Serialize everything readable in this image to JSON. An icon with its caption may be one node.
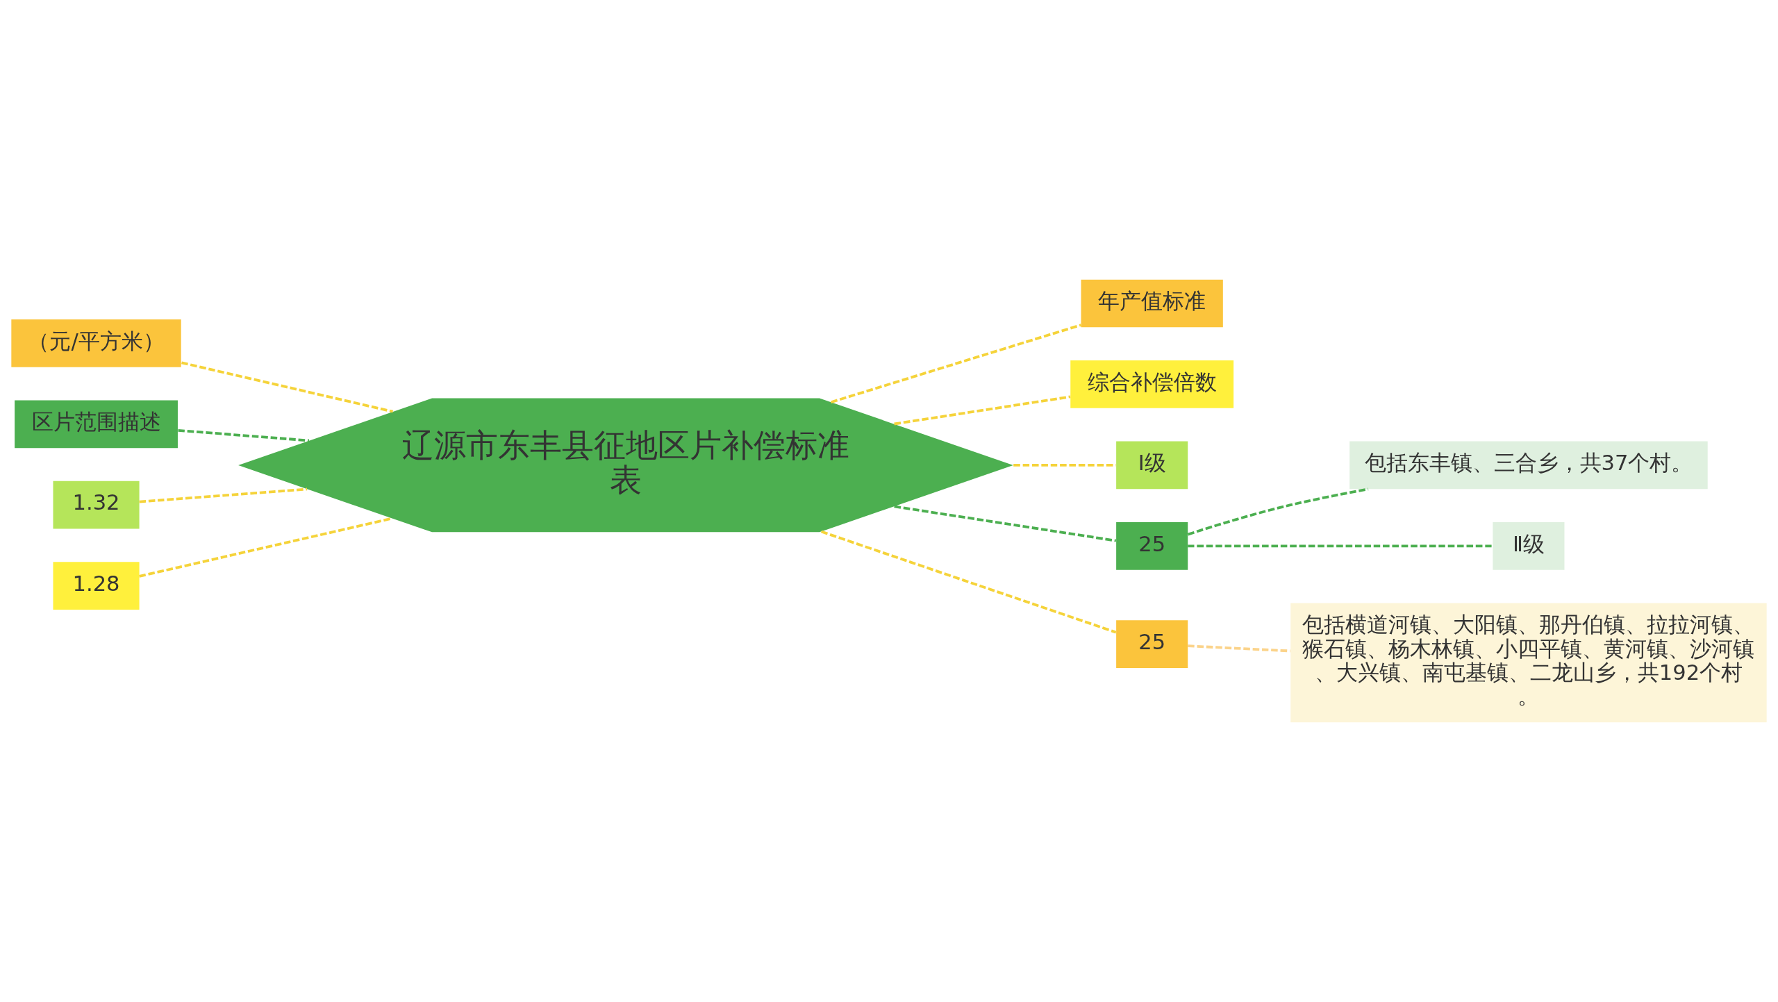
{
  "diagram": {
    "nodes": [
      {
        "text": [
          "辽源市东丰县征地区片补偿标准表"
        ]
      },
      {
        "text": [
          "（元/平方米）"
        ]
      },
      {
        "text": [
          "区片范围描述"
        ]
      },
      {
        "text": [
          "1.32"
        ]
      },
      {
        "text": [
          "1.28"
        ]
      },
      {
        "text": [
          "年产值标准"
        ]
      },
      {
        "text": [
          "综合补偿倍数"
        ]
      },
      {
        "text": [
          "Ⅰ级"
        ]
      },
      {
        "text": [
          "25"
        ]
      },
      {
        "text": [
          "包括东丰镇、三合乡，共37个村。"
        ]
      },
      {
        "text": [
          "Ⅱ级"
        ]
      },
      {
        "text": [
          "25"
        ]
      },
      {
        "text": [
          "包括横道河镇、大阳镇、那丹伯镇、拉拉河镇、猴石镇、杨木林镇、小四平镇、黄河镇、沙河镇、大兴镇、南屯基镇、二龙山乡，共192个村。"
        ]
      }
    ],
    "edges": [
      {
        "from": 0,
        "to": 1,
        "arrow": "none",
        "style": "dashed"
      },
      {
        "from": 0,
        "to": 2,
        "arrow": "none",
        "style": "dashed",
        "color": "#4caf50"
      },
      {
        "from": 0,
        "to": 3,
        "arrow": "none",
        "style": "dashed"
      },
      {
        "from": 0,
        "to": 4,
        "arrow": "none",
        "style": "dashed"
      },
      {
        "from": 0,
        "to": 5,
        "arrow": "none",
        "style": "dashed"
      },
      {
        "from": 0,
        "to": 6,
        "arrow": "none",
        "style": "dashed"
      },
      {
        "from": 0,
        "to": 7,
        "arrow": "none",
        "style": "dashed"
      },
      {
        "from": 0,
        "to": 8,
        "arrow": "none",
        "style": "dashed",
        "color": "#4caf50"
      },
      {
        "from": 0,
        "to": 11,
        "arrow": "none",
        "style": "dashed"
      },
      {
        "from": 8,
        "to": 9,
        "arrow": "none",
        "style": "dashed",
        "color": "#4caf50"
      },
      {
        "from": 8,
        "to": 10,
        "arrow": "none",
        "style": "dashed",
        "color": "#4caf50"
      },
      {
        "from": 11,
        "to": 12,
        "arrow": "none",
        "style": "dashed",
        "color": "#fbd38a"
      }
    ]
  }
}
